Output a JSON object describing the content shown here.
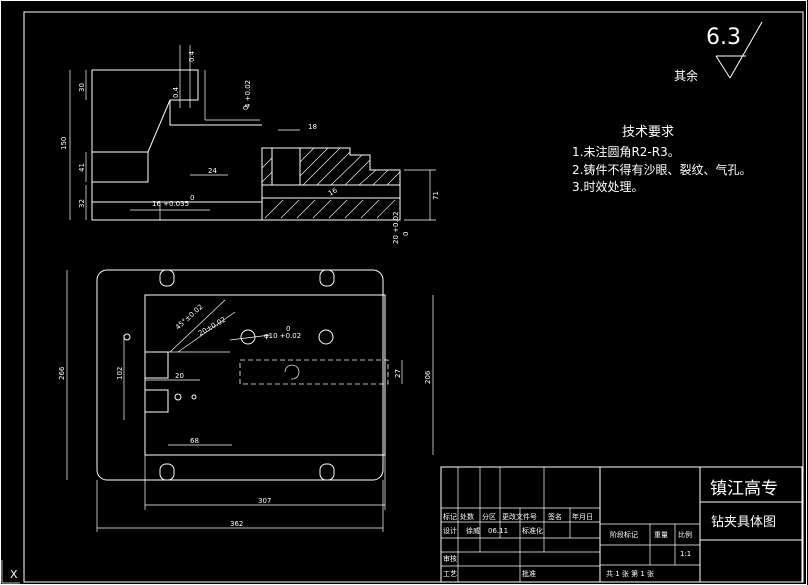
{
  "surface_finish": {
    "value": "6.3",
    "label": "其余"
  },
  "tech_requirements": {
    "title": "技术要求",
    "items": [
      "1.未注圆角R2-R3。",
      "2.铸件不得有沙眼、裂纹、气孔。",
      "3.时效处理。"
    ]
  },
  "section_view": {
    "dims": {
      "d150": "150",
      "d30": "30",
      "d41": "41",
      "d32": "32",
      "d24": "24",
      "d18": "18",
      "d16tol": "16 +0.035",
      "d16tol_lower": "0",
      "d4tol": "4 +0.02",
      "d4tol_lower": "0",
      "d71": "71",
      "d20tol": "20 +0.02",
      "d20tol_lower": "0",
      "small1": "0.4",
      "small2": "16"
    }
  },
  "plan_view": {
    "dims": {
      "d266": "266",
      "d206": "206",
      "d102": "102",
      "d20": "20",
      "d27": "27",
      "d68": "68",
      "d307": "307",
      "d362": "362",
      "dia10": "φ10 +0.02",
      "dia10_lower": "0",
      "angle1": "45°±0.02",
      "angle2": "20±0.02"
    }
  },
  "title_block": {
    "school": "镇江高专",
    "drawing_name": "钻夹具体图",
    "row_labels": [
      "标记",
      "处数",
      "分区",
      "更改文件号",
      "签名",
      "年月日"
    ],
    "design_label": "设计",
    "designer": "徐威",
    "date": "06.11",
    "std_label": "标准化",
    "review_label": "审核",
    "process_label": "工艺",
    "approve_label": "批准",
    "stage_label": "阶段标记",
    "weight_label": "重量",
    "scale_label": "比例",
    "scale_value": "1:1",
    "sheets": "共 1 张 第 1 张"
  },
  "ucs": {
    "x_label": "X"
  }
}
